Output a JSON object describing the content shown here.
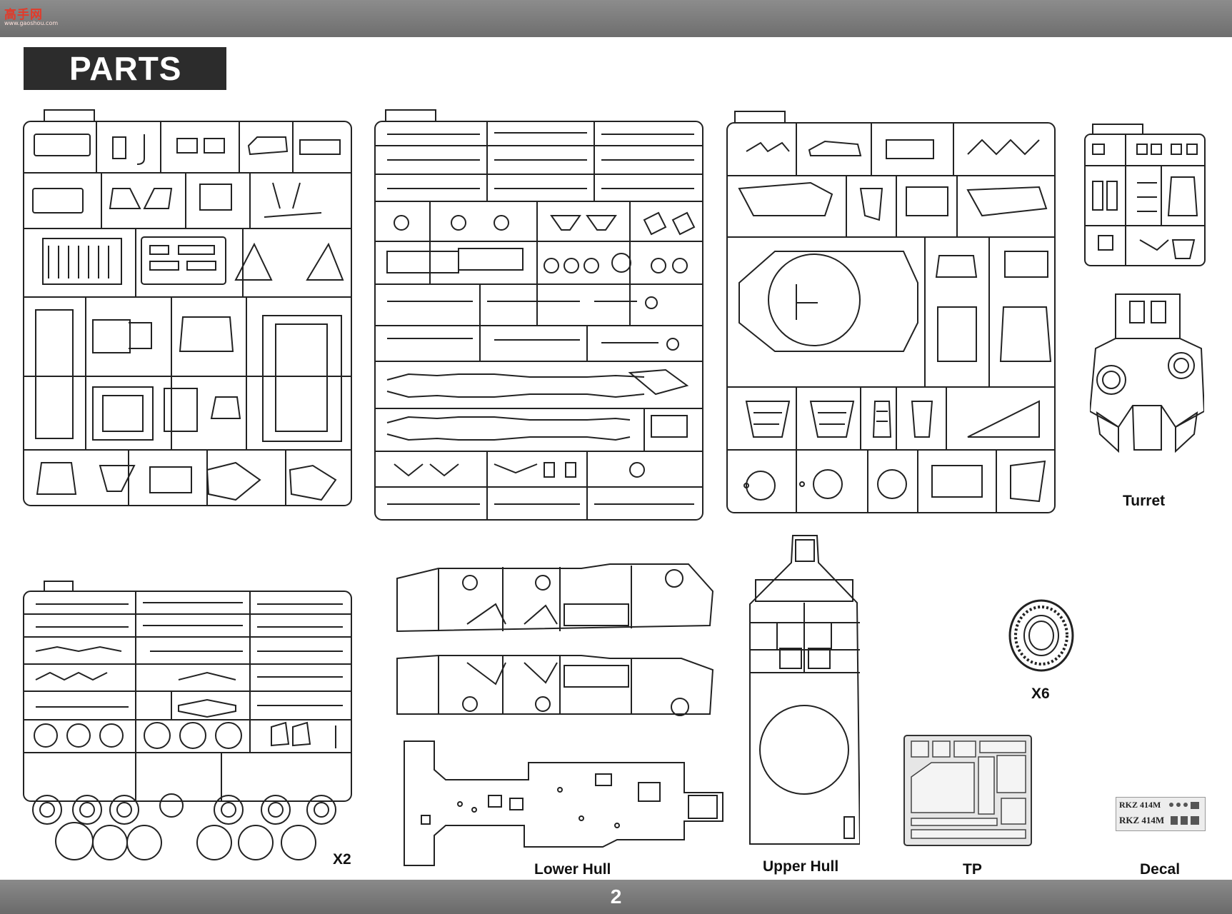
{
  "header": {
    "title": "PARTS"
  },
  "watermark": {
    "text": "高手网",
    "subtext": "www.gaoshou.com"
  },
  "labels": {
    "turret": "Turret",
    "x2": "X2",
    "lower_hull": "Lower Hull",
    "upper_hull": "Upper  Hull",
    "x6": "X6",
    "tp": "TP",
    "decal": "Decal"
  },
  "decal": {
    "line1": "RKZ 414M",
    "line2": "RKZ 414M"
  },
  "footer": {
    "page_number": "2"
  }
}
